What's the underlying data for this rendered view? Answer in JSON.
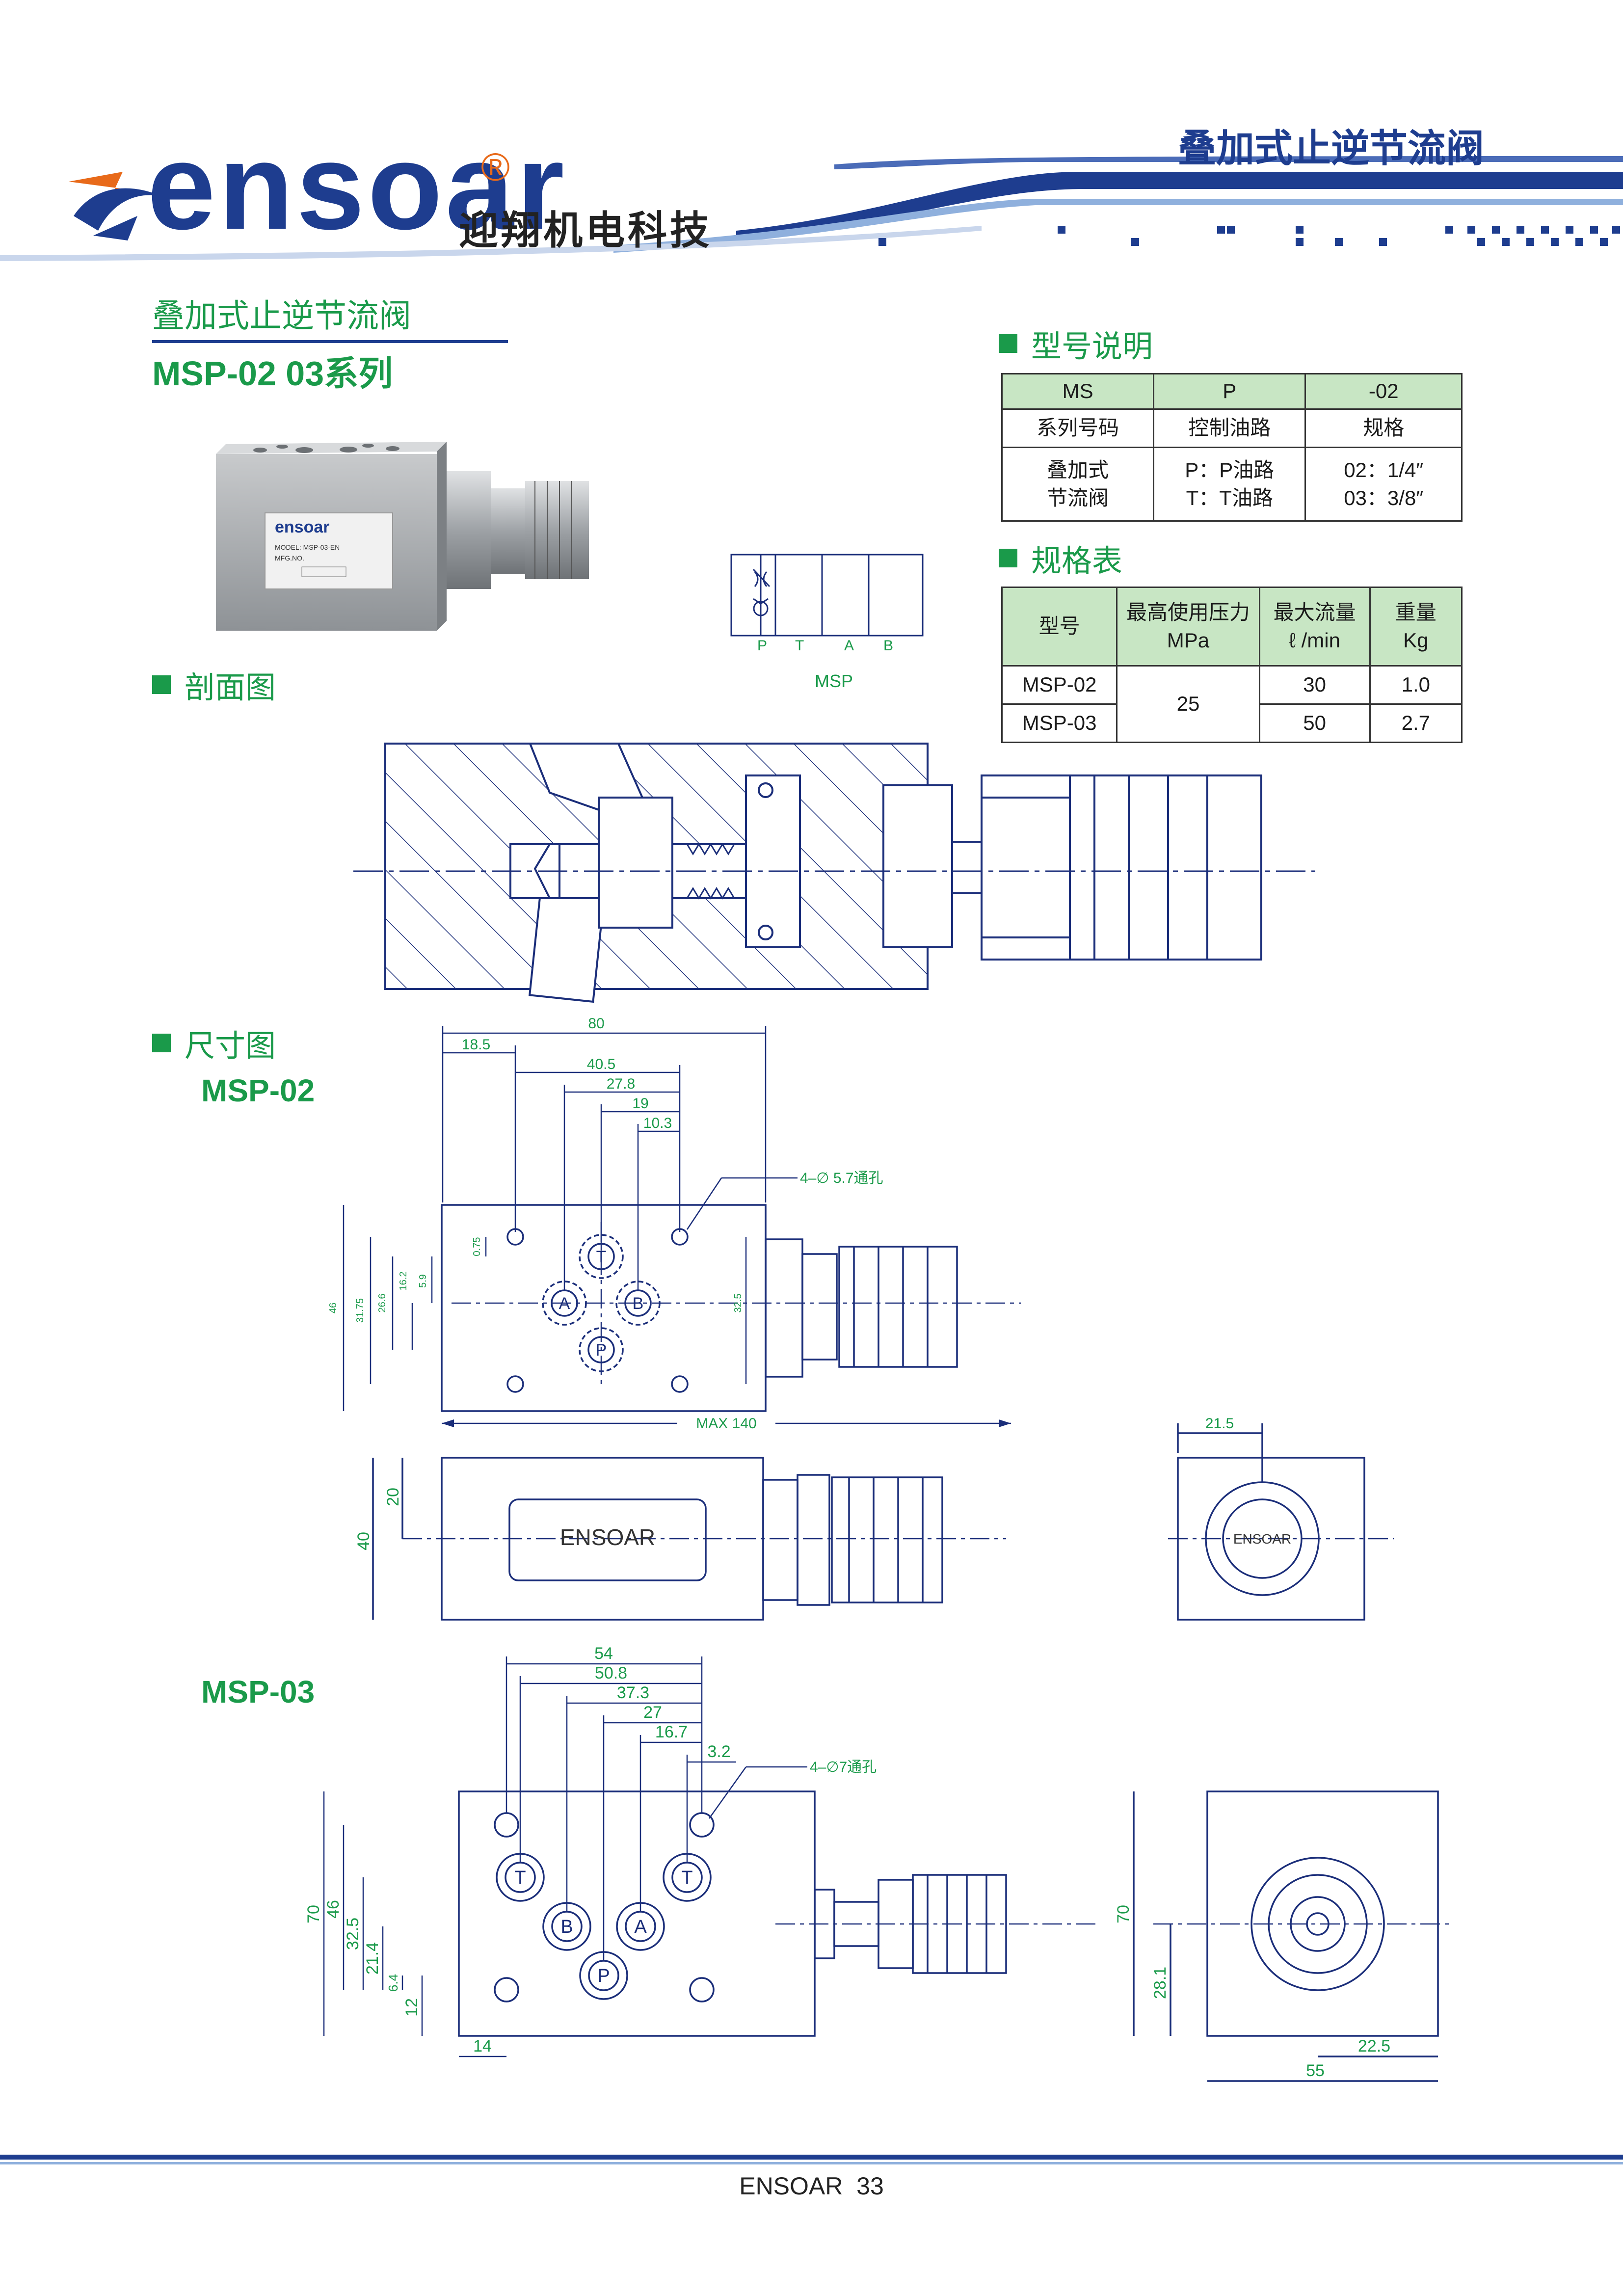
{
  "header": {
    "logo_text": "ensoar",
    "registered_mark": "®",
    "company_name": "迎翔机电科技",
    "top_title": "叠加式止逆节流阀"
  },
  "product": {
    "title": "叠加式止逆节流阀",
    "series": "MSP-02 03系列",
    "photo_brand": "ensoar",
    "photo_model": "MODEL: MSP-03-EN",
    "photo_mfg": "MFG.NO."
  },
  "model_section": {
    "heading": "型号说明",
    "header_row": [
      "MS",
      "P",
      "-02"
    ],
    "label_row": [
      "系列号码",
      "控制油路",
      "规格"
    ],
    "detail_row": {
      "col1": [
        "叠加式",
        "节流阀"
      ],
      "col2": [
        "P：P油路",
        "T：T油路"
      ],
      "col3": [
        "02：1/4″",
        "03：3/8″"
      ]
    }
  },
  "spec_section": {
    "heading": "规格表",
    "headers": [
      [
        "型号"
      ],
      [
        "最高使用压力",
        "MPa"
      ],
      [
        "最大流量",
        "ℓ /min"
      ],
      [
        "重量",
        "Kg"
      ]
    ],
    "rows": [
      {
        "model": "MSP-02",
        "flow": "30",
        "weight": "1.0"
      },
      {
        "model": "MSP-03",
        "flow": "50",
        "weight": "2.7"
      }
    ],
    "pressure_shared": "25"
  },
  "symbol": {
    "ports": [
      "P",
      "T",
      "A",
      "B"
    ],
    "label": "MSP"
  },
  "section_view": {
    "heading": "剖面图"
  },
  "dimension_section": {
    "heading": "尺寸图",
    "msp02": {
      "label": "MSP-02",
      "top_dims": [
        "80",
        "18.5",
        "40.5",
        "27.8",
        "19",
        "10.3"
      ],
      "hole_note": "4–∅ 5.7通孔",
      "left_dims": [
        "46",
        "31.75",
        "26.6",
        "16.2",
        "5.9",
        "0.75"
      ],
      "right_dim": "32.5",
      "max_len": "MAX 140",
      "side_dims": [
        "40",
        "20"
      ],
      "body_label": "ENSOAR",
      "end_dim": "21.5",
      "end_label": "ENSOAR"
    },
    "msp03": {
      "label": "MSP-03",
      "top_dims": [
        "54",
        "50.8",
        "37.3",
        "27",
        "16.7",
        "3.2"
      ],
      "hole_note": "4–∅7通孔",
      "left_dims": [
        "70",
        "46",
        "32.5",
        "21.4",
        "6.4",
        "12"
      ],
      "bottom_dim": "14",
      "end_dims": [
        "70",
        "28.1",
        "22.5",
        "55"
      ]
    },
    "port_letters": [
      "T",
      "A",
      "B",
      "P"
    ]
  },
  "footer": {
    "text": "ENSOAR  33"
  },
  "colors": {
    "brand_green": "#1a9a4a",
    "drawing_navy": "#1b2e7a",
    "logo_orange": "#e86a1a",
    "logo_blue": "#1e3d8f"
  }
}
